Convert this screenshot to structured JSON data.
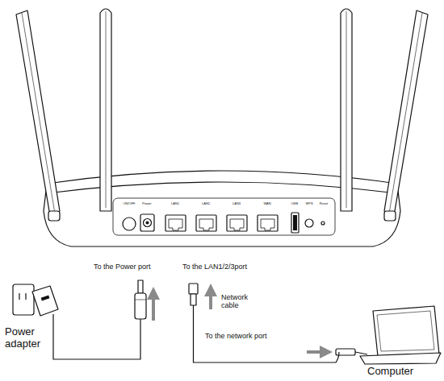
{
  "diagram": {
    "labels": [
      "ON/OFF",
      "Power",
      "LAN1",
      "LAN2",
      "LAN3",
      "WAN",
      "USB",
      "WPS",
      "Reset",
      "To the Power port",
      "To the LAN1/2/3port",
      "Network cable",
      "To the network port",
      "Power adapter",
      "Computer"
    ]
  }
}
